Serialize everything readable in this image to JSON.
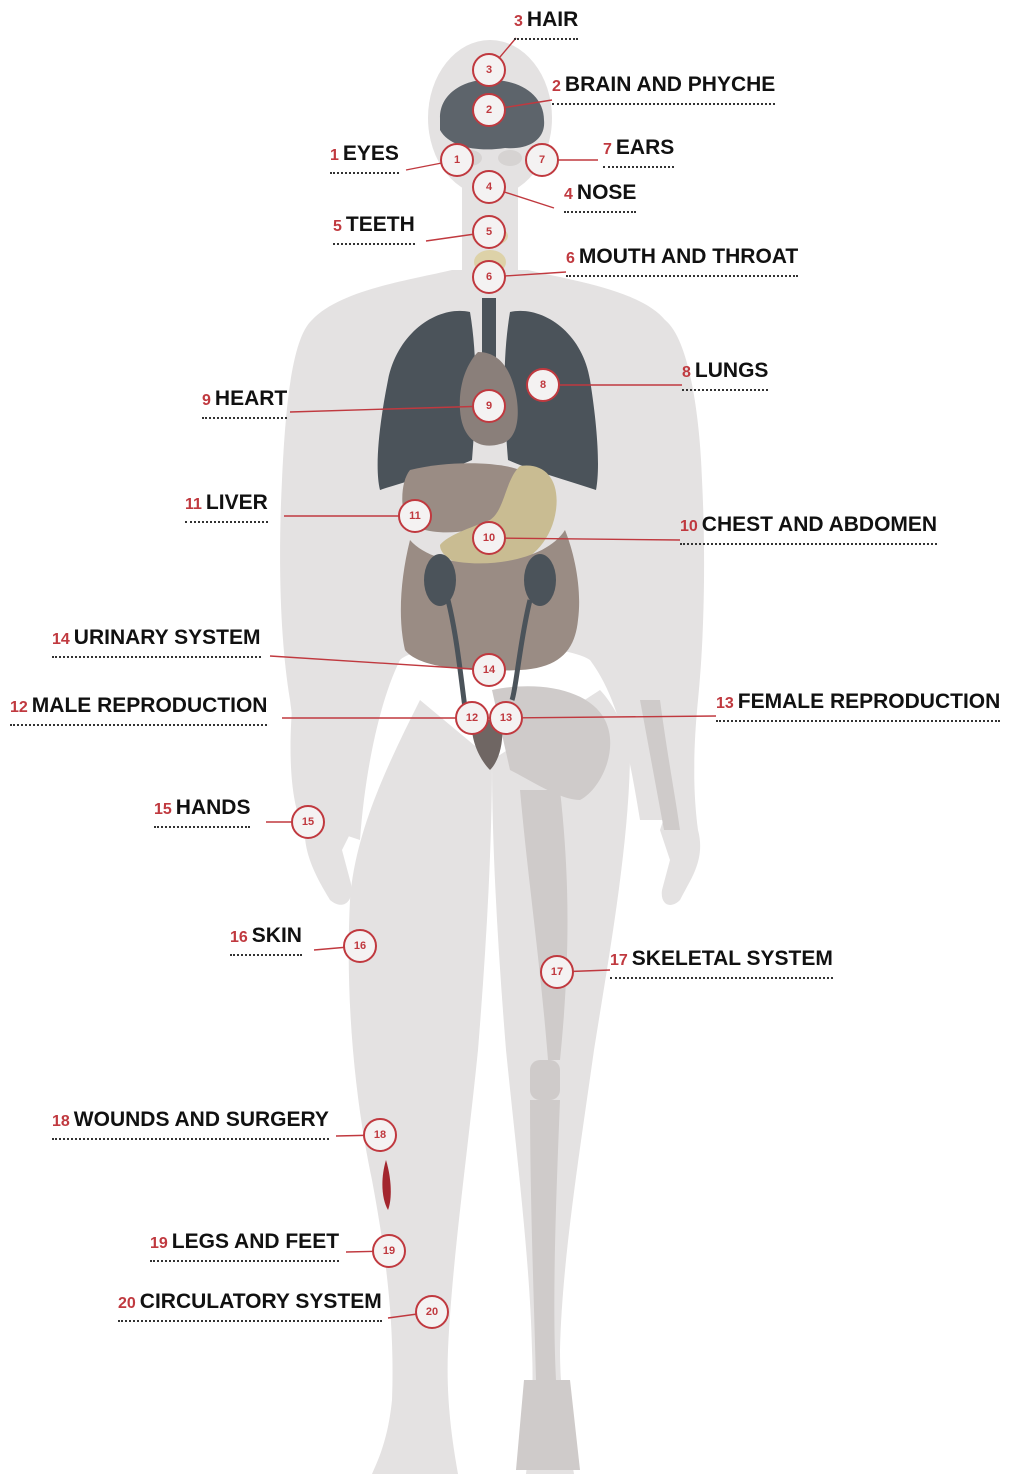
{
  "colors": {
    "accent": "#c0393f",
    "body_light": "#e4e2e2",
    "body_mid": "#d2cfce",
    "organ_dark": "#4b535a",
    "organ_brown": "#9a8c84",
    "stomach": "#c9bc92"
  },
  "items": [
    {
      "num": "1",
      "label": "EYES"
    },
    {
      "num": "2",
      "label": "BRAIN AND PHYCHE"
    },
    {
      "num": "3",
      "label": "HAIR"
    },
    {
      "num": "4",
      "label": "NOSE"
    },
    {
      "num": "5",
      "label": "TEETH"
    },
    {
      "num": "6",
      "label": "MOUTH AND THROAT"
    },
    {
      "num": "7",
      "label": "EARS"
    },
    {
      "num": "8",
      "label": "LUNGS"
    },
    {
      "num": "9",
      "label": "HEART"
    },
    {
      "num": "10",
      "label": "CHEST AND ABDOMEN"
    },
    {
      "num": "11",
      "label": "LIVER"
    },
    {
      "num": "12",
      "label": "MALE REPRODUCTION"
    },
    {
      "num": "13",
      "label": "FEMALE REPRODUCTION"
    },
    {
      "num": "14",
      "label": "URINARY SYSTEM"
    },
    {
      "num": "15",
      "label": "HANDS"
    },
    {
      "num": "16",
      "label": "SKIN"
    },
    {
      "num": "17",
      "label": "SKELETAL SYSTEM"
    },
    {
      "num": "18",
      "label": "WOUNDS AND SURGERY"
    },
    {
      "num": "19",
      "label": "LEGS AND FEET"
    },
    {
      "num": "20",
      "label": "CIRCULATORY SYSTEM"
    }
  ]
}
